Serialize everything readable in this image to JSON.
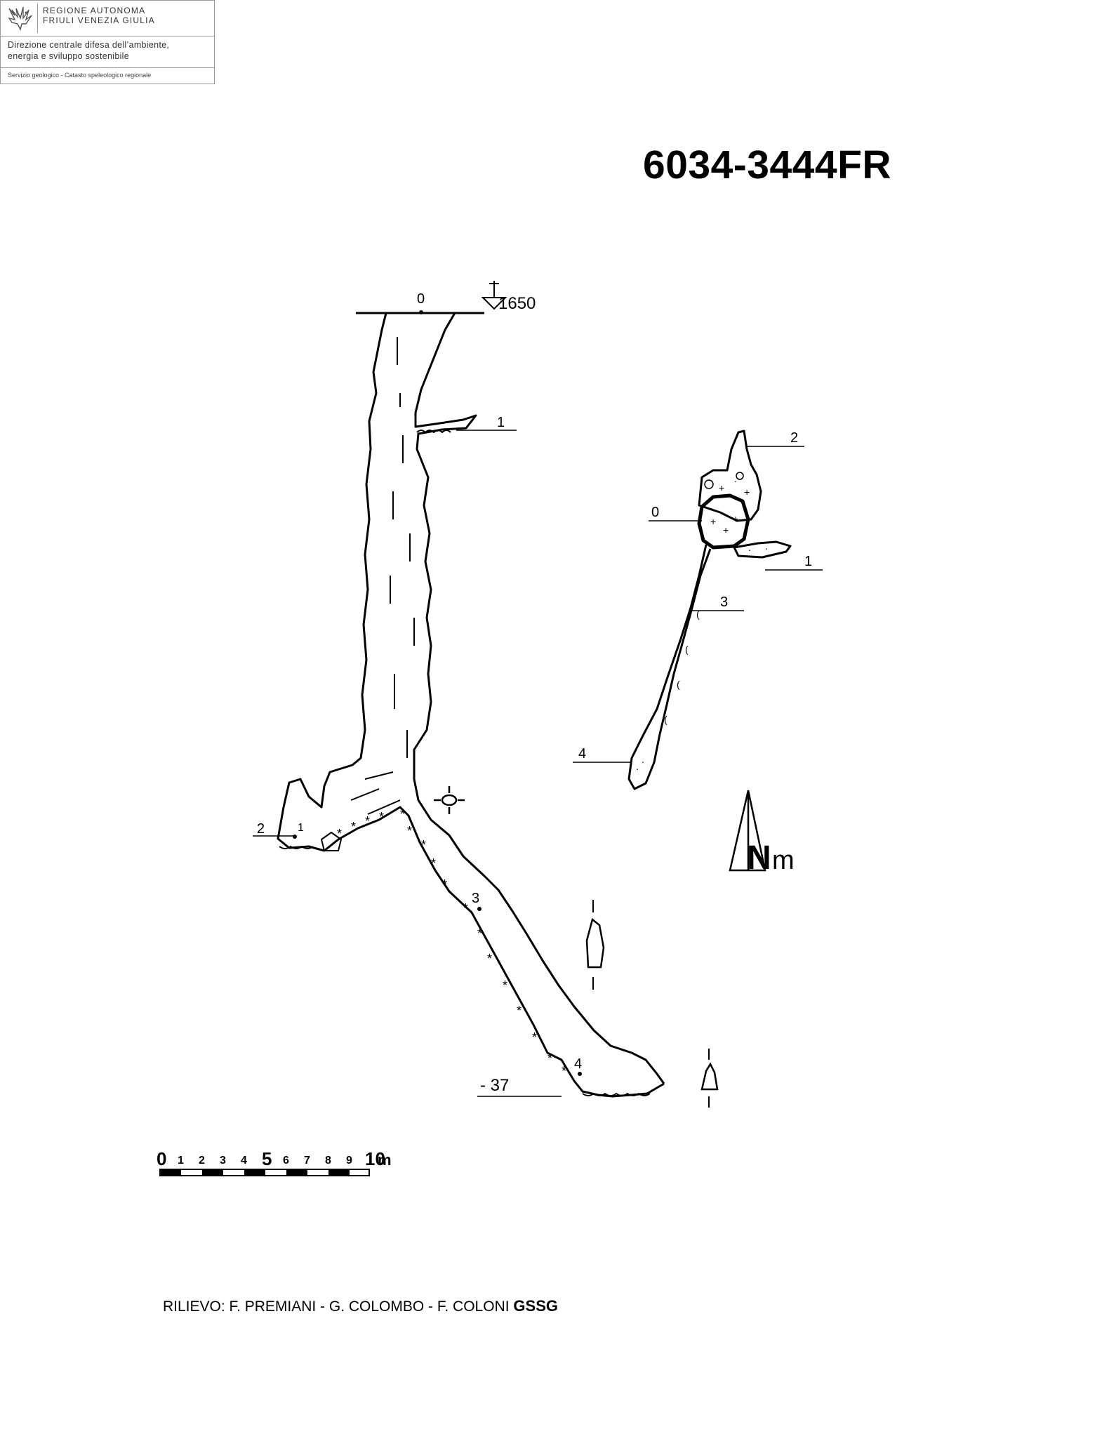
{
  "header": {
    "region_line1": "REGIONE AUTONOMA",
    "region_line2": "FRIULI VENEZIA GIULIA",
    "direction_line1": "Direzione centrale difesa dell’ambiente,",
    "direction_line2": "energia e sviluppo sostenibile",
    "service": "Servizio geologico - Catasto speleologico regionale",
    "logo_icon": "eagle-icon"
  },
  "title": "6034-3444FR",
  "section": {
    "entrance_station": "0",
    "elevation": "1650",
    "station_1": "1",
    "station_2": "2",
    "station_2b": "1",
    "station_3": "3",
    "station_4": "4",
    "depth": "- 37"
  },
  "plan": {
    "station_0": "0",
    "station_1": "1",
    "station_2": "2",
    "station_3": "3",
    "station_4": "4"
  },
  "north_label": "N",
  "north_unit": "m",
  "scale": {
    "labels": [
      "0",
      "1",
      "2",
      "3",
      "4",
      "5",
      "6",
      "7",
      "8",
      "9",
      "10"
    ],
    "unit": "m"
  },
  "credits": {
    "text": "RILIEVO: F. PREMIANI - G. COLOMBO - F. COLONI",
    "group": "GSSG"
  }
}
